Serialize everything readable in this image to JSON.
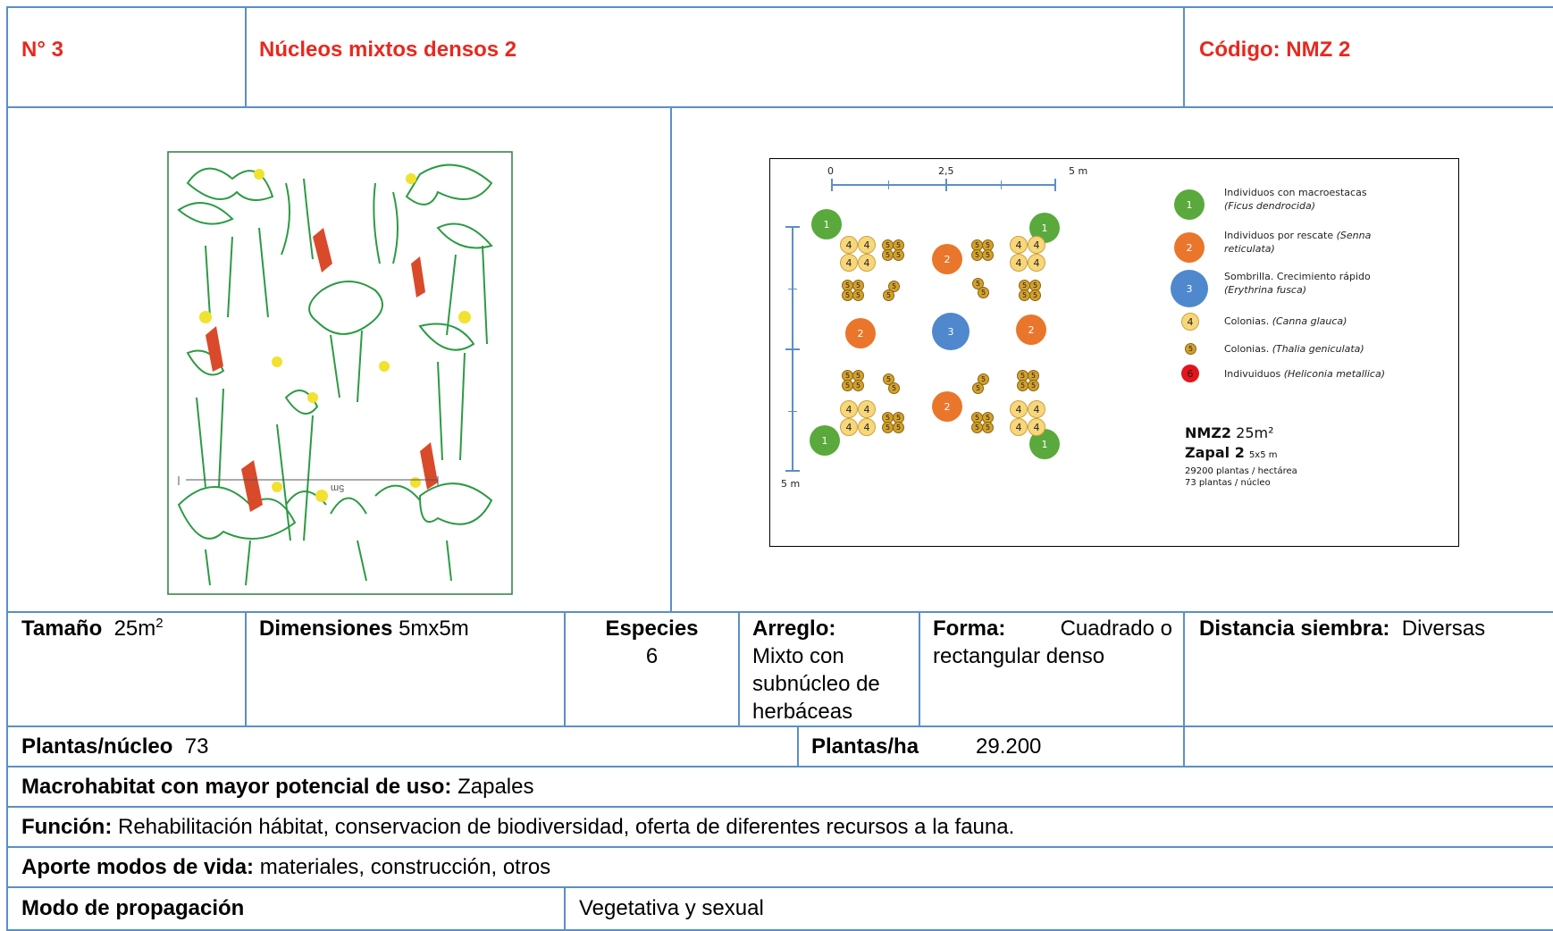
{
  "header": {
    "number": "N° 3",
    "title": "Núcleos mixtos densos 2",
    "code": "Código: NMZ 2"
  },
  "drawing": {
    "scale_label": "5m"
  },
  "plan": {
    "scale_top": [
      "0",
      "2,5",
      "5 m"
    ],
    "scale_side": "5 m",
    "legend": [
      {
        "symbol": "1",
        "text": "Individuos con macroestacas",
        "species": "(Ficus dendrocida)"
      },
      {
        "symbol": "2",
        "text": "Individuos por rescate",
        "species_a": "(Senna",
        "species_b": "reticulata)"
      },
      {
        "symbol": "3",
        "text": "Sombrilla. Crecimiento rápido",
        "species": "(Erythrina fusca)"
      },
      {
        "symbol": "4",
        "text": "Colonias.",
        "species": "(Canna glauca)"
      },
      {
        "symbol": "5",
        "text": "Colonias.",
        "species": "(Thalia geniculata)"
      },
      {
        "symbol": "6",
        "text": "Indivuiduos",
        "species": "(Heliconia metallica)"
      }
    ],
    "info_title": "NMZ2",
    "info_area": "25m²",
    "info_sub": "Zapal 2",
    "info_sub_size": "5x5 m",
    "info_line1": "29200 plantas / hectárea",
    "info_line2": "73 plantas / núcleo"
  },
  "row1": {
    "size_label": "Tamaño",
    "size_value": "25m",
    "size_sup": "2",
    "dims_label": "Dimensiones",
    "dims_value": "5mx5m",
    "species_label": "Especies",
    "species_value": "6",
    "arr_label": "Arreglo:",
    "arr_value_1": "Mixto con",
    "arr_value_2": "subnúcleo de",
    "arr_value_3": "herbáceas",
    "form_label": "Forma:",
    "form_value_1": "Cuadrado o",
    "form_value_2": "rectangular denso",
    "dist_label": "Distancia siembra:",
    "dist_value": "Diversas"
  },
  "row2": {
    "pn_label": "Plantas/núcleo",
    "pn_value": "73",
    "ph_label": "Plantas/ha",
    "ph_value": "29.200"
  },
  "macro": {
    "label": "Macrohabitat con mayor potencial de uso:",
    "value": "Zapales"
  },
  "funcion": {
    "label": "Función:",
    "value": "Rehabilitación hábitat, conservacion de biodiversidad, oferta de diferentes recursos a la fauna."
  },
  "aporte": {
    "label": "Aporte modos de vida:",
    "value": "materiales, construcción, otros"
  },
  "modo": {
    "label": "Modo de propagación",
    "value": "Vegetativa y sexual"
  },
  "colors": {
    "border": "#5b8fc7",
    "title_red": "#e8281e",
    "green": "#5aa93c",
    "orange": "#e9762b",
    "blue": "#4f88cc"
  }
}
